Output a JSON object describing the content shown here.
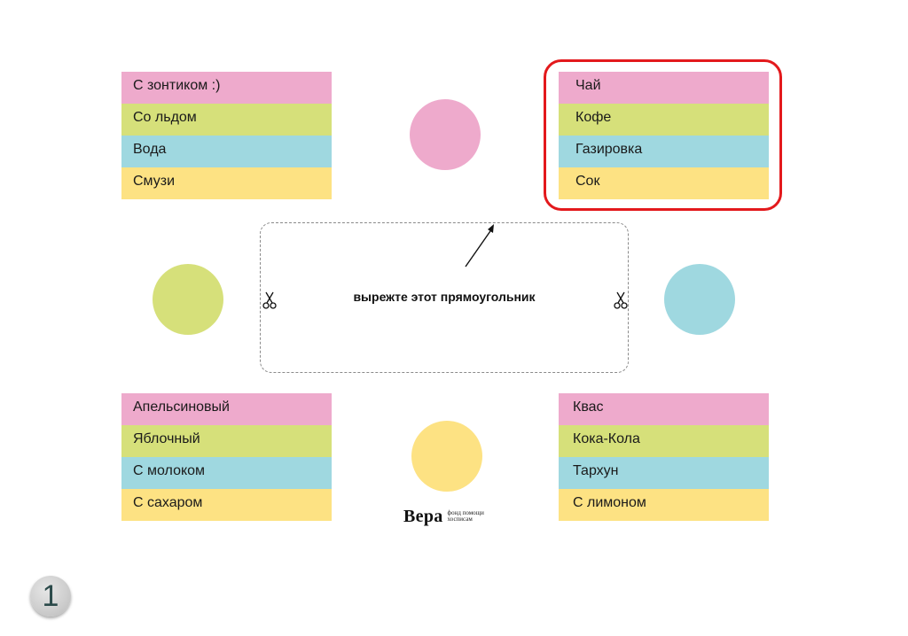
{
  "colors": {
    "pink": "#eeaacc",
    "green": "#d6e07a",
    "blue": "#9fd8e0",
    "yellow": "#fde283",
    "highlight": "#e3191c"
  },
  "lists": {
    "top_left": [
      "С зонтиком :)",
      "Со льдом",
      "Вода",
      "Смузи"
    ],
    "top_right": [
      "Чай",
      "Кофе",
      "Газировка",
      "Сок"
    ],
    "bottom_left": [
      "Апельсиновый",
      "Яблочный",
      "С молоком",
      "С сахаром"
    ],
    "bottom_right": [
      "Квас",
      "Кока-Кола",
      "Тархун",
      "С лимоном"
    ]
  },
  "circles": {
    "top": "pink",
    "left": "green",
    "right": "blue",
    "bottom": "yellow"
  },
  "cut_area": {
    "instruction": "вырежте  этот прямоугольник",
    "scissors_icon": "scissors-icon"
  },
  "logo": {
    "word": "Вера",
    "tagline_line1": "фонд помощи",
    "tagline_line2": "хосписам"
  },
  "page_number": "1"
}
